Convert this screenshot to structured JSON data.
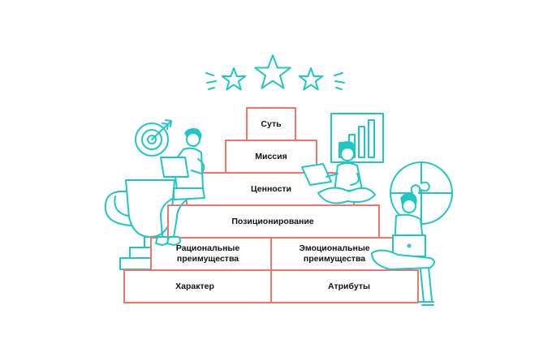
{
  "pyramid": {
    "levels": [
      {
        "id": "sut",
        "label": "Суть"
      },
      {
        "id": "missiya",
        "label": "Миссия"
      },
      {
        "id": "tsennosti",
        "label": "Ценности"
      },
      {
        "id": "pozitsionirovanie",
        "label": "Позиционирование"
      },
      {
        "id": "ratsionalnye",
        "label_line1": "Рациональные",
        "label_line2": "преимущества"
      },
      {
        "id": "emotsionalnye",
        "label_line1": "Эмоциональные",
        "label_line2": "преимущества"
      },
      {
        "id": "harakter",
        "label": "Характер"
      },
      {
        "id": "atributy",
        "label": "Атрибуты"
      }
    ]
  },
  "colors": {
    "block_outline": "#f0766b",
    "illustration_line": "#1fc7c2",
    "text": "#111111"
  },
  "illustration": {
    "icons": [
      "star-icon",
      "target-icon",
      "trophy-icon",
      "bar-chart-icon",
      "puzzle-icon",
      "laptop-icon",
      "person-icon"
    ]
  }
}
